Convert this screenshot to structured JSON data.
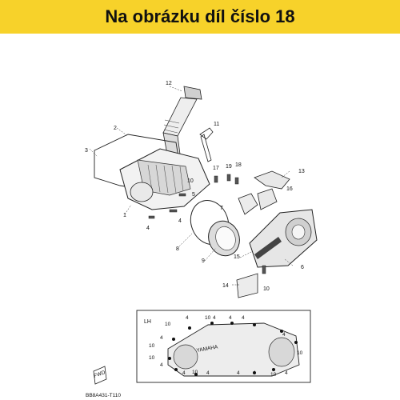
{
  "banner": {
    "text": "Na obrázku díl číslo 18",
    "bg_color": "#f7d22a"
  },
  "diagram": {
    "callouts": {
      "c1": "1",
      "c2": "2",
      "c3": "3",
      "c4a": "4",
      "c4b": "4",
      "c5": "5",
      "c6": "6",
      "c7": "7",
      "c8": "8",
      "c9": "9",
      "c10a": "10",
      "c10b": "10",
      "c11": "11",
      "c12": "12",
      "c13": "13",
      "c14": "14",
      "c15": "15",
      "c16": "16",
      "c17": "17",
      "c18": "18",
      "c19": "19"
    },
    "inset": {
      "side_label": "LH",
      "labels_10": [
        "10",
        "10",
        "10",
        "10",
        "10",
        "10",
        "10"
      ],
      "labels_4": [
        "4",
        "4",
        "4",
        "4",
        "4",
        "4",
        "4",
        "4",
        "4",
        "4",
        "4",
        "4"
      ],
      "brand_text": "YAMAHA"
    },
    "fwd_label": "FWD",
    "drawing_code": "BB8A431-T110"
  }
}
